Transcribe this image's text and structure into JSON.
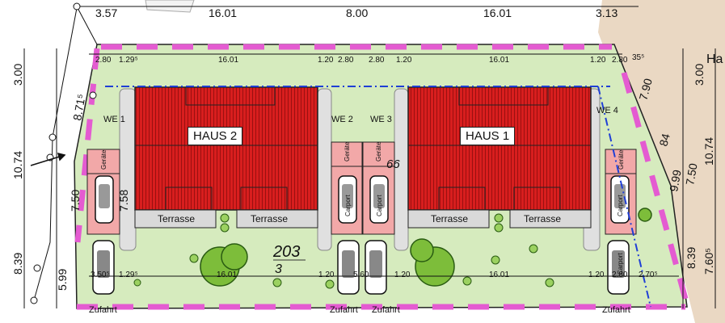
{
  "top_dims": {
    "d1": "3.57",
    "d2": "16.01",
    "d3": "8.00",
    "d4": "16.01",
    "d5": "3.13"
  },
  "inner_top_dims": {
    "a": "2.80",
    "b": "1.29⁵",
    "c": "16.01",
    "d": "1.20",
    "e": "2.80",
    "f": "2.80",
    "g": "1.20",
    "h": "16.01",
    "i": "1.20",
    "j": "2.80",
    "k": "35⁵"
  },
  "left_dims": {
    "l1": "3.00",
    "l2": "8.71⁵",
    "l3": "10.74",
    "l4": "7.50",
    "l5": "7.58",
    "l6": "8.39",
    "l7": "5.99"
  },
  "right_dims": {
    "r1": "7.90",
    "r2": "3.00",
    "r3": "10.74",
    "r4": "84",
    "r5": "7.50",
    "r6": "9.99",
    "r7": "8.39",
    "r8": "7.60⁵"
  },
  "bottom_dims": {
    "b1": "3.50⁵",
    "b2": "1.29⁵",
    "b3": "16.01",
    "b4": "1.20",
    "b5": "5.60",
    "b6": "1.20",
    "b7": "16.01",
    "b8": "1.20",
    "b9": "2.80",
    "b10": "2.70⁵"
  },
  "units": {
    "we1": "WE 1",
    "we2": "WE 2",
    "we3": "WE 3",
    "we4": "WE 4"
  },
  "houses": {
    "haus2": "HAUS 2",
    "haus1": "HAUS 1"
  },
  "terraces": {
    "t1": "Terrasse",
    "t2": "Terrasse",
    "t3": "Terrasse",
    "t4": "Terrasse"
  },
  "zufahrt": {
    "z1": "Zufahrt",
    "z2": "Zufahrt",
    "z3": "Zufahrt",
    "z4": "Zufahrt"
  },
  "small_labels": {
    "geraete": "Geräte",
    "carport": "Carport"
  },
  "parcel": {
    "num": "203",
    "sub": "3",
    "neighbor": "66"
  },
  "corner_text": "Ha",
  "colors": {
    "roof": "#d81e1e",
    "garden": "#d6ebbe",
    "paving": "#e0e0e0",
    "pink": "#f2a8a8",
    "magenta": "#e45bd1",
    "tree": "#7dbd3a",
    "blue_line": "#1f3fd6"
  }
}
